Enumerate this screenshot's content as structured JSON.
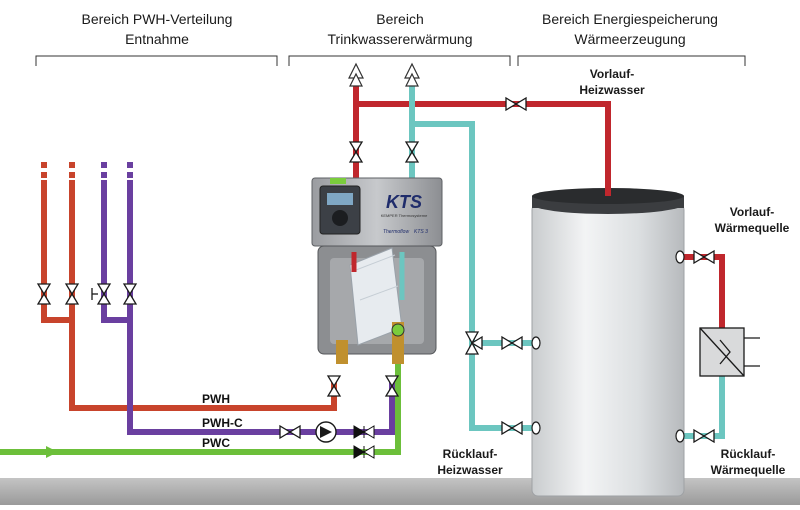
{
  "sections": [
    {
      "line1": "Bereich PWH-Verteilung",
      "line2": "Entnahme"
    },
    {
      "line1": "Bereich",
      "line2": "Trinkwassererwärmung"
    },
    {
      "line1": "Bereich Energiespeicherung",
      "line2": "Wärmeerzeugung"
    }
  ],
  "labels": {
    "vorlauf_heiz": [
      "Vorlauf-",
      "Heizwasser"
    ],
    "vorlauf_waerme": [
      "Vorlauf-",
      "Wärmequelle"
    ],
    "ruecklauf_heiz": [
      "Rücklauf-",
      "Heizwasser"
    ],
    "ruecklauf_waerme": [
      "Rücklauf-",
      "Wärmequelle"
    ],
    "pwh": "PWH",
    "pwhc": "PWH-C",
    "pwc": "PWC"
  },
  "unit": {
    "brand": "KTS",
    "brand_sub": "KEMPER Thermosysteme",
    "model": "Thermoflow",
    "model_no": "KTS 3"
  },
  "colors": {
    "hot": "#c8442c",
    "hot_red": "#c0272d",
    "circ": "#6a3fa0",
    "cold": "#6cbf3a",
    "return": "#6cc6c0"
  }
}
